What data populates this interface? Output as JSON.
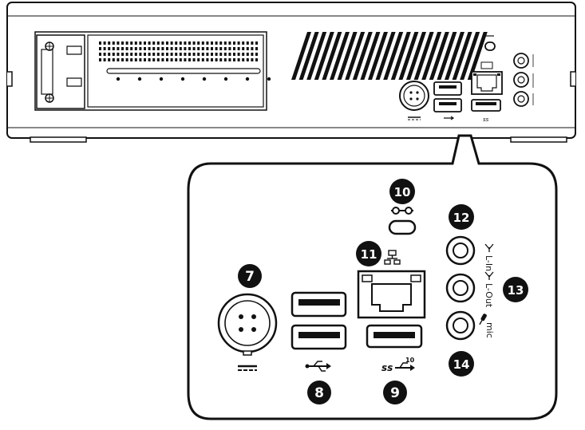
{
  "callouts": {
    "power": "7",
    "usb2": "8",
    "usb3": "9",
    "kensington": "10",
    "lan": "11",
    "line_in": "12",
    "line_out": "13",
    "mic": "14"
  },
  "port_labels": {
    "line_in": "L-In",
    "line_out": "L-Out",
    "mic": "mic",
    "usb3_speed": "10"
  },
  "icons": {
    "power": "dc-power-icon",
    "usb2": "usb-icon",
    "usb3": "usb-superspeed-10-icon",
    "kensington": "kensington-lock-icon",
    "lan": "network-icon",
    "line_in": "audio-line-in-icon",
    "line_out": "audio-line-out-icon",
    "mic": "microphone-icon"
  },
  "colors": {
    "outline": "#111111",
    "badge": "#111111",
    "badge_text": "#ffffff",
    "background": "#ffffff"
  }
}
